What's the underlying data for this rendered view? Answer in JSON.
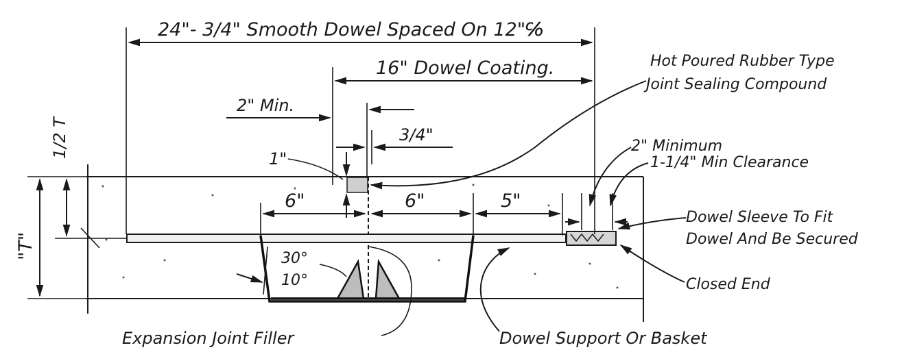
{
  "labels": {
    "overall_dowel": "24\"- 3/4\" Smooth Dowel Spaced On 12\"℅",
    "dowel_coating": "16\" Dowel Coating.",
    "two_min": "2\" Min.",
    "three_quarter": "3/4\"",
    "one_inch": "1\"",
    "half_t": "1/2 T",
    "t_label": "\"T\"",
    "six_left": "6\"",
    "six_right": "6\"",
    "five": "5\"",
    "hot_poured_line1": "Hot Poured Rubber Type",
    "hot_poured_line2": "Joint Sealing Compound",
    "two_minimum": "2\" Minimum",
    "clearance": "1-1/4\" Min Clearance",
    "sleeve_line1": "Dowel Sleeve To Fit",
    "sleeve_line2": "Dowel And Be Secured",
    "closed_end": "Closed End",
    "angle_30": "30°",
    "angle_10": "10°",
    "expansion_filler": "Expansion Joint Filler",
    "dowel_support": "Dowel Support Or Basket"
  }
}
